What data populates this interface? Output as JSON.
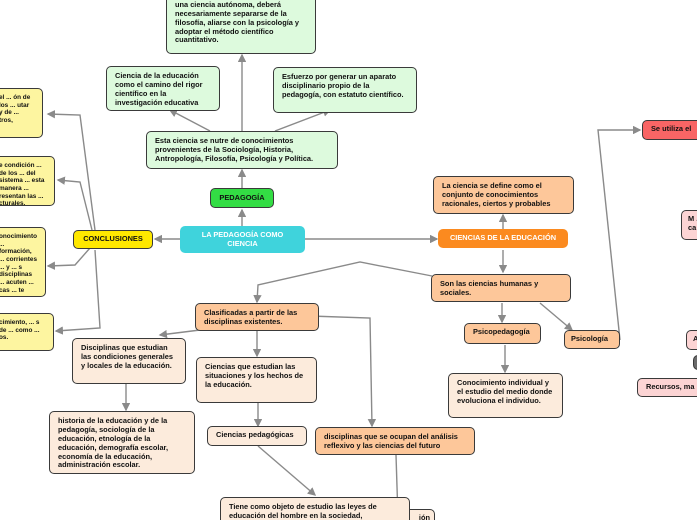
{
  "map": {
    "central": "LA PEDAGOGÍA COMO CIENCIA",
    "pedagogia": "PEDAGOGÍA",
    "nutre": "Esta ciencia se nutre de conocimientos provenientes de la Sociología, Historia, Antropología, Filosofía, Psicología y Política.",
    "camino": "Ciencia de la educación como el camino del rigor científico en la investigación educativa",
    "esfuerzo": "Esfuerzo por generar un aparato disciplinario propio de la pedagogía, con estatuto científico.",
    "top": "la pedagogía, para transformarse en una ciencia autónoma, deberá necesariamente separarse de la filosofía, aliarse con la psicología y adoptar el método científico cuantitativo.",
    "conclusiones": "CONCLUSIONES",
    "concl_1": "el ... ón de los ... utar y de ... tros,",
    "concl_2": "e condición ... de los ... del sistema ... esta manera ... resentan las ... cturales.",
    "concl_3": "onocimiento ... formación, ... corrientes ... y ... s disciplinas ... acuten ... cas ... te",
    "concl_4": "cimiento, ... s de ... como ... os.",
    "ciencias_edu": "CIENCIAS DE LA EDUCACIÓN",
    "define": "La ciencia se define como el conjunto de conocimientos racionales, ciertos y probables",
    "humanas": "Son las ciencias humanas y sociales.",
    "psicopedagogia": "Psicopedagogía",
    "psicologia": "Psicología",
    "conocimiento_ind": "Conocimiento individual y el estudio del medio donde evoluciona el individuo.",
    "se_utiliza": "Se utiliza el",
    "right_m": "M ... ca",
    "right_a": "A",
    "recursos": "Recursos, ma",
    "clasificadas": "Clasificadas a partir de las disciplinas existentes.",
    "condiciones": "Disciplinas que estudian las condiciones generales y locales de la educación.",
    "situaciones": "Ciencias que estudian las situaciones y los hechos de la educación.",
    "historia": "historia de la educación y de la pedagogía, sociología de la educación, etnología de la educación, demografía escolar, economía de la educación, administración escolar.",
    "pedagogicas": "Ciencias pedagógicas",
    "reflexivo": "disciplinas que se ocupan del análisis reflexivo y las ciencias del futuro",
    "objeto": "Tiene como objeto de estudio las leyes de educación del hombre en la sociedad,",
    "objeto_tail": "ión"
  }
}
